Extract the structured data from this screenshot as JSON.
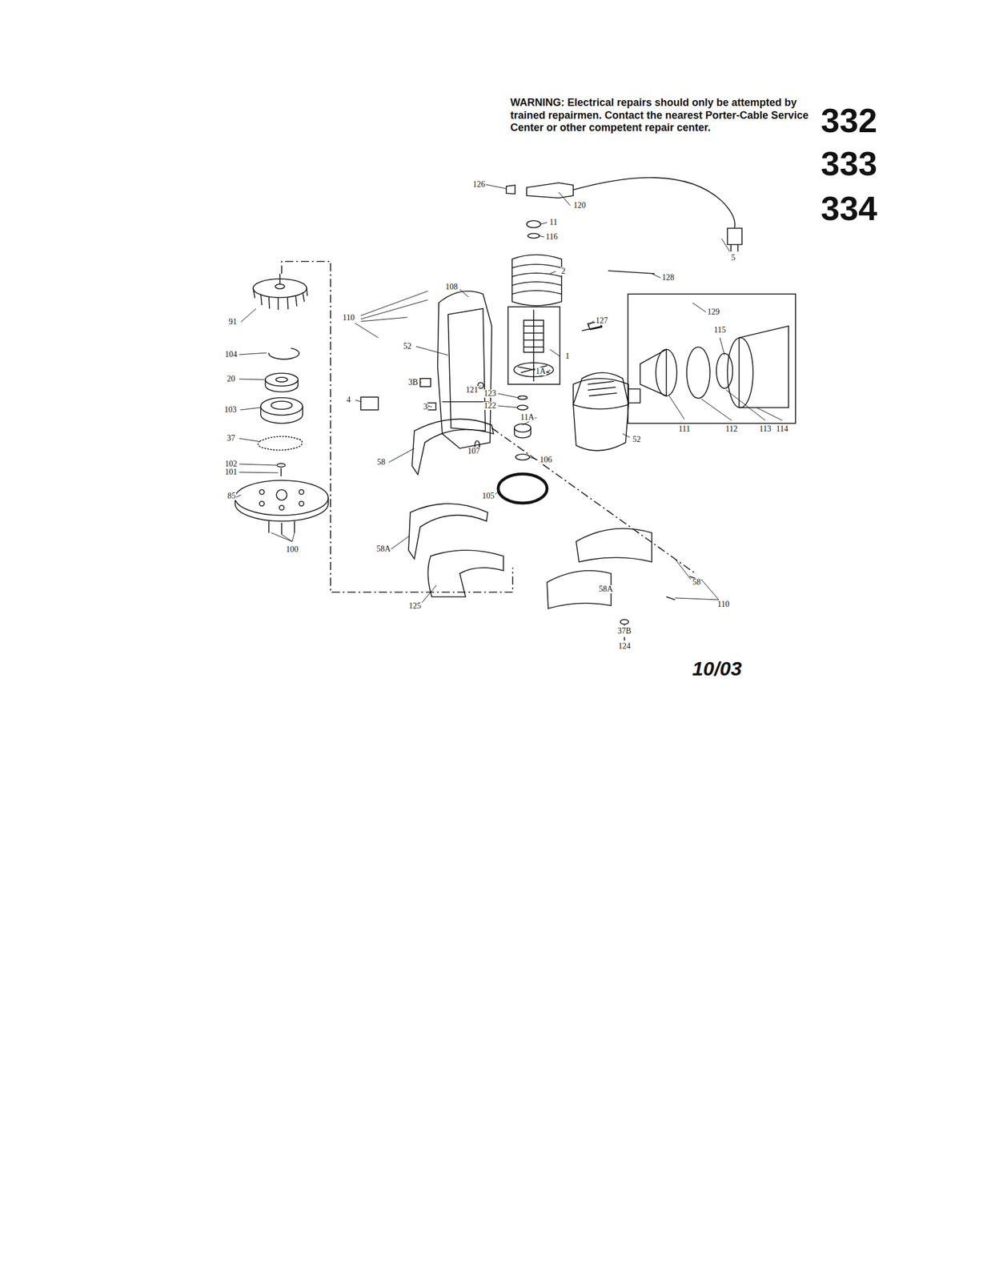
{
  "diagram": {
    "labels": [
      "WARNING: Electrical repairs should only be attempted by trained repairmen. Contact the nearest Porter-Cable Service Center or other competent repair center.",
      "332",
      "333",
      "334",
      "126",
      "120",
      "11",
      "116",
      "5",
      "2",
      "128",
      "108",
      "91",
      "110",
      "127",
      "129",
      "115",
      "52",
      "1",
      "104",
      "1A",
      "3B",
      "121",
      "123",
      "20",
      "4",
      "3",
      "122",
      "11A",
      "103",
      "111",
      "112",
      "113",
      "114",
      "52",
      "37",
      "107",
      "106",
      "58",
      "102",
      "101",
      "85",
      "105",
      "58A",
      "100",
      "58",
      "125",
      "110",
      "58A",
      "37B",
      "124",
      "10/03"
    ]
  }
}
